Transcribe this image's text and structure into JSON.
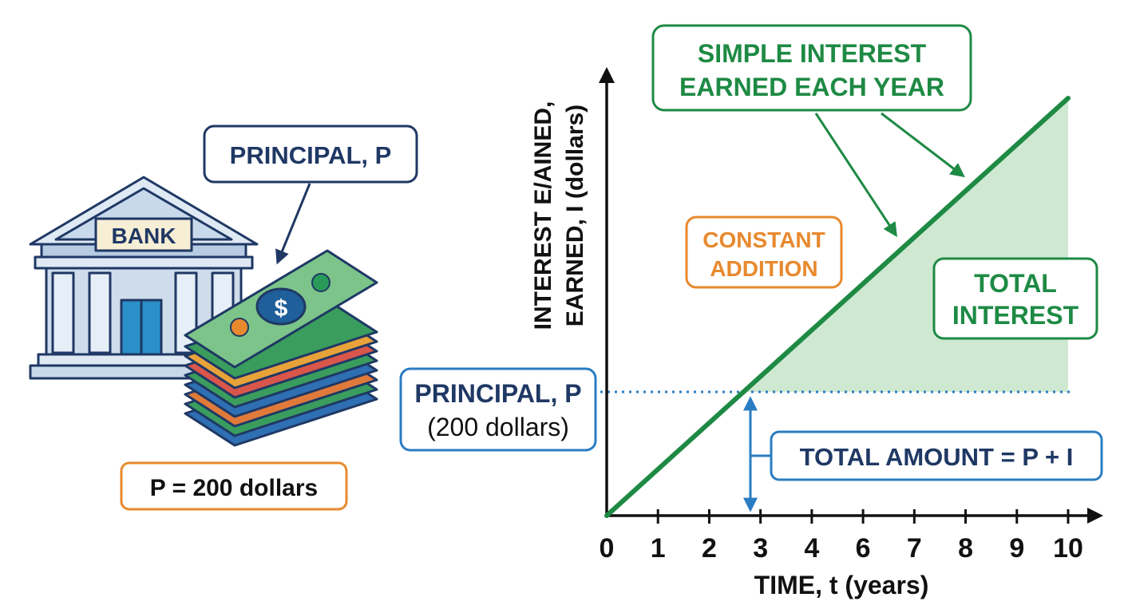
{
  "colors": {
    "navy": "#1f3864",
    "green": "#1e8a44",
    "green_fill": "#cfe8d2",
    "orange": "#e8892e",
    "blue": "#2a7cc2",
    "black": "#111111"
  },
  "left_panel": {
    "principal_callout": "PRINCIPAL, P",
    "bank_sign": "BANK",
    "money_symbol": "$",
    "amount_label": "P = 200 dollars",
    "icons": [
      "bank-building-icon",
      "money-stack-icon"
    ]
  },
  "chart": {
    "y_axis_label_line1": "INTEREST E/AINED,",
    "y_axis_label_line2": "EARNED, I (dollars)",
    "x_axis_label": "TIME, t (years)",
    "x_ticks": [
      "0",
      "1",
      "2",
      "3",
      "4",
      "6",
      "7",
      "8",
      "9",
      "10"
    ],
    "callouts": {
      "simple_interest_line1": "SIMPLE INTEREST",
      "simple_interest_line2": "EARNED EACH YEAR",
      "constant_line1": "CONSTANT",
      "constant_line2": "ADDITION",
      "total_interest_line1": "TOTAL",
      "total_interest_line2": "INTEREST",
      "principal_line1": "PRINCIPAL, P",
      "principal_line2": "(200 dollars)",
      "total_amount": "TOTAL AMOUNT = P + I"
    }
  }
}
